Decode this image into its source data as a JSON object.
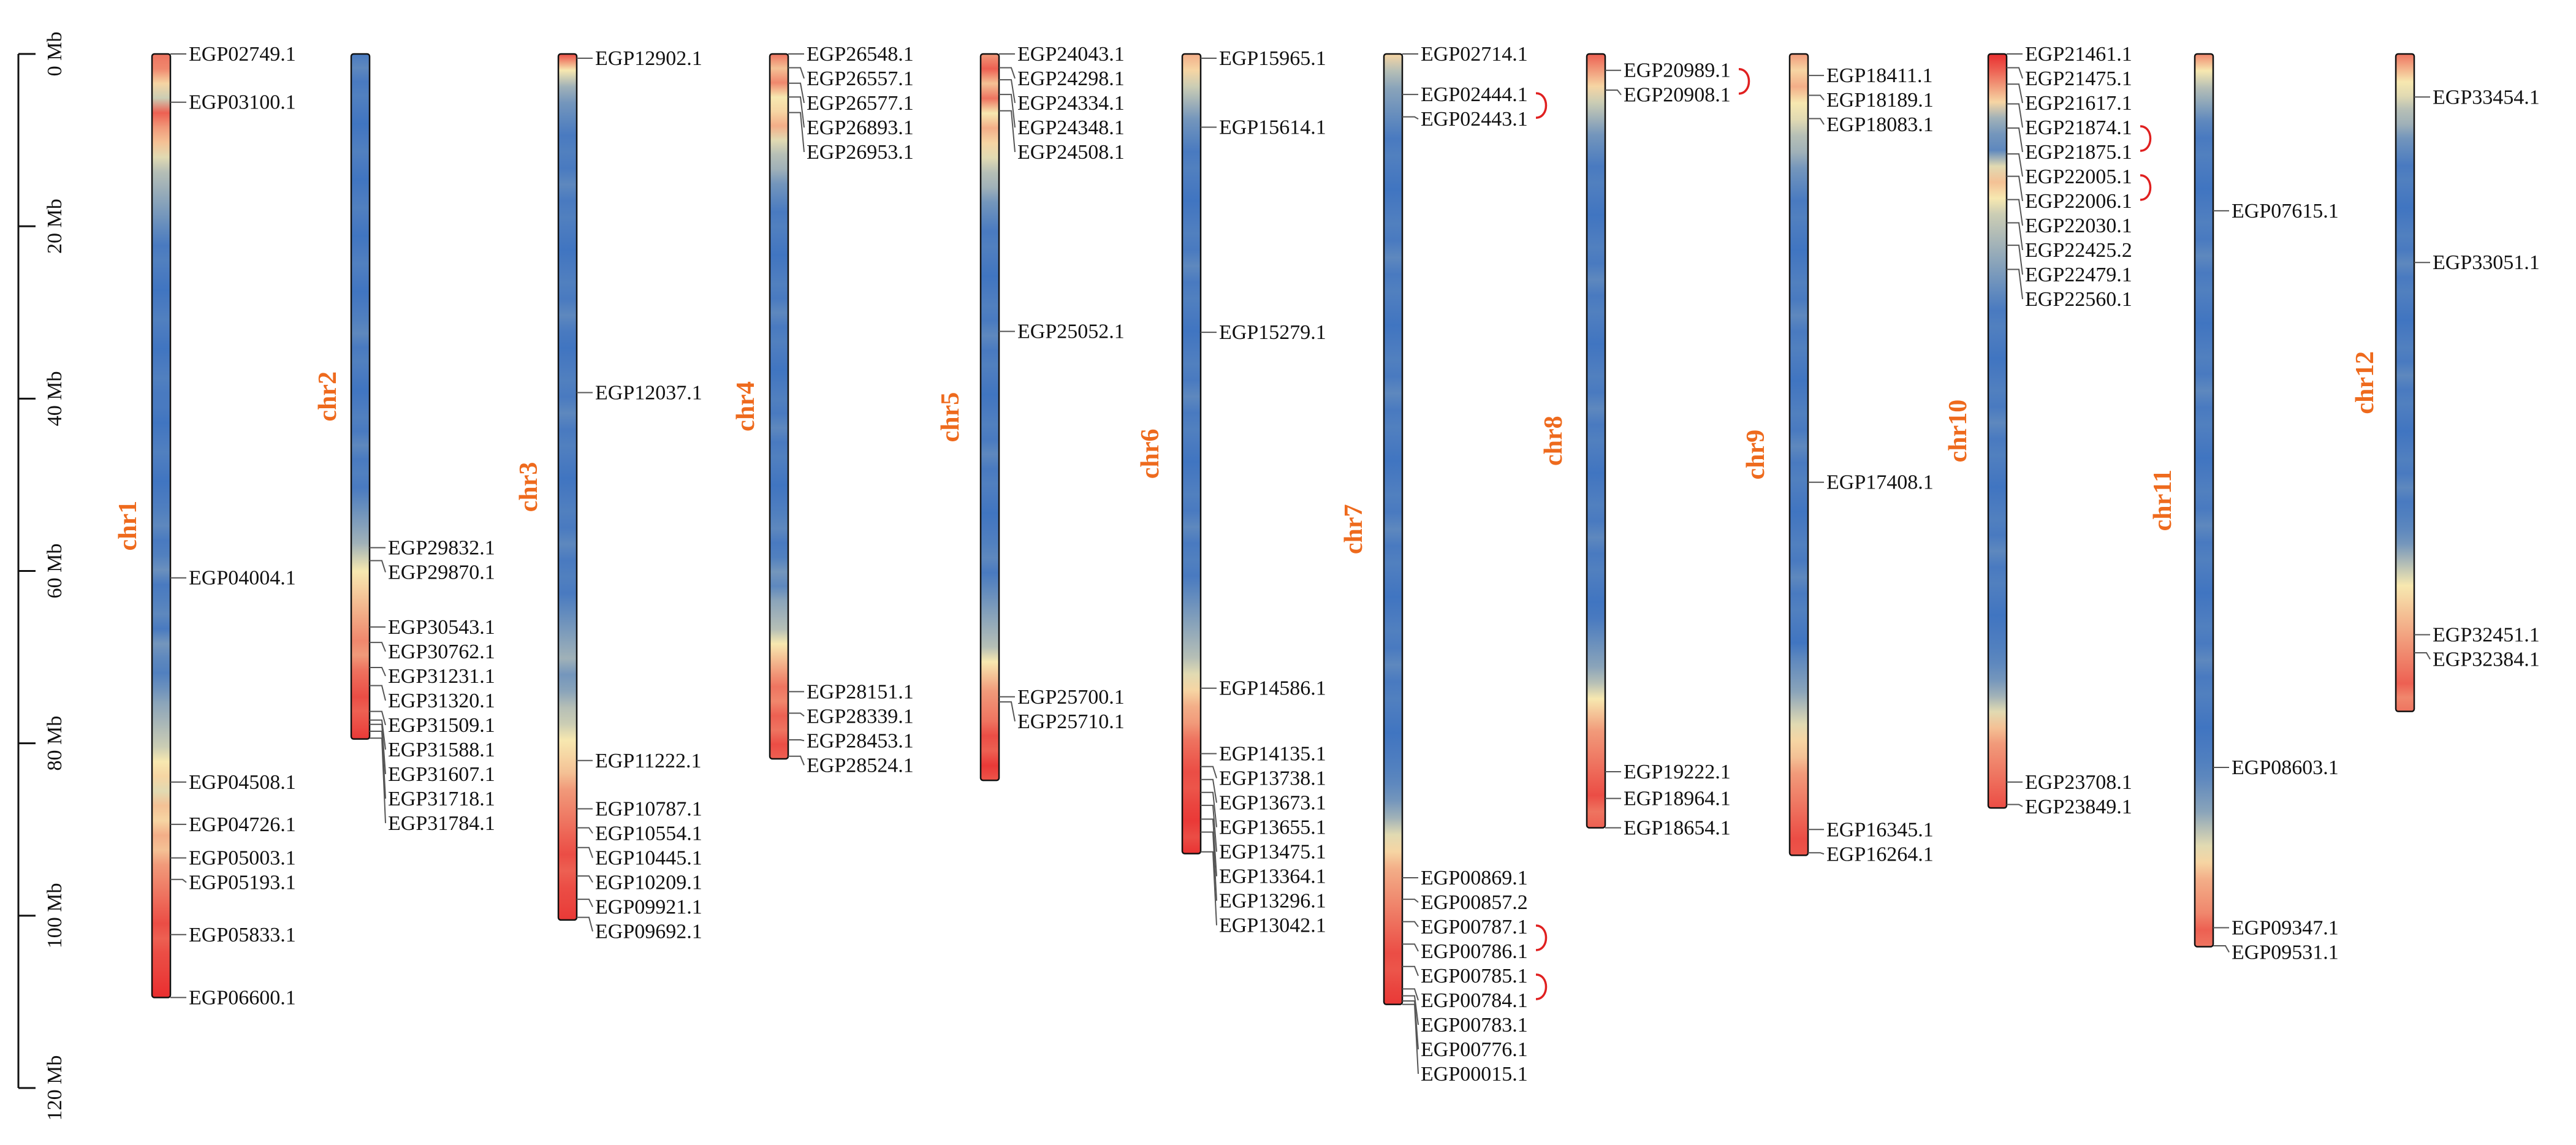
{
  "colors": {
    "chr_label": "#ee6a1d",
    "link_arc": "#e02020",
    "leader": "#555555",
    "outline": "#111111",
    "heat_high": "#e8262a",
    "heat_mid": "#f7e8b0",
    "heat_low": "#1d5fc4"
  },
  "axis": {
    "unit": "Mb",
    "ticks": [
      {
        "value": 0,
        "label": "0 Mb"
      },
      {
        "value": 20,
        "label": "20 Mb"
      },
      {
        "value": 40,
        "label": "40 Mb"
      },
      {
        "value": 60,
        "label": "60 Mb"
      },
      {
        "value": 80,
        "label": "80 Mb"
      },
      {
        "value": 100,
        "label": "100 Mb"
      },
      {
        "value": 120,
        "label": "120 Mb"
      }
    ]
  },
  "chromosomes": [
    {
      "name": "chr1",
      "length_mb": 109.5,
      "density": [
        0.8,
        0.75,
        0.55,
        0.4,
        0.85,
        0.7,
        0.6,
        0.45,
        0.35,
        0.3,
        0.25,
        0.2,
        0.15,
        0.1,
        0.12,
        0.1,
        0.08,
        0.1,
        0.12,
        0.1,
        0.08,
        0.1,
        0.12,
        0.1,
        0.1,
        0.08,
        0.1,
        0.12,
        0.1,
        0.08,
        0.1,
        0.12,
        0.15,
        0.1,
        0.12,
        0.18,
        0.1,
        0.12,
        0.15,
        0.1,
        0.2,
        0.15,
        0.12,
        0.18,
        0.25,
        0.3,
        0.35,
        0.4,
        0.5,
        0.55,
        0.45,
        0.6,
        0.55,
        0.65,
        0.6,
        0.7,
        0.75,
        0.8,
        0.85,
        0.9,
        0.85,
        0.9,
        0.92,
        0.95,
        0.98
      ],
      "genes": [
        {
          "name": "EGP02749.1",
          "pos": 0
        },
        {
          "name": "EGP03100.1",
          "pos": 5.6
        },
        {
          "name": "EGP04004.1",
          "pos": 60.8
        },
        {
          "name": "EGP04508.1",
          "pos": 84.5
        },
        {
          "name": "EGP04726.1",
          "pos": 89.4
        },
        {
          "name": "EGP05003.1",
          "pos": 93.3
        },
        {
          "name": "EGP05193.1",
          "pos": 95.8
        },
        {
          "name": "EGP05833.1",
          "pos": 102.2
        },
        {
          "name": "EGP06600.1",
          "pos": 109.5
        }
      ]
    },
    {
      "name": "chr2",
      "length_mb": 79.5,
      "density": [
        0.1,
        0.15,
        0.1,
        0.12,
        0.1,
        0.08,
        0.1,
        0.12,
        0.1,
        0.08,
        0.1,
        0.12,
        0.1,
        0.08,
        0.1,
        0.12,
        0.1,
        0.08,
        0.1,
        0.12,
        0.15,
        0.1,
        0.12,
        0.1,
        0.08,
        0.1,
        0.12,
        0.1,
        0.15,
        0.1,
        0.12,
        0.1,
        0.15,
        0.2,
        0.25,
        0.3,
        0.4,
        0.5,
        0.55,
        0.6,
        0.65,
        0.7,
        0.75,
        0.7,
        0.8,
        0.85,
        0.9,
        0.85,
        0.9,
        0.95
      ],
      "genes": [
        {
          "name": "EGP29832.1",
          "pos": 57.3
        },
        {
          "name": "EGP29870.1",
          "pos": 58.8
        },
        {
          "name": "EGP30543.1",
          "pos": 66.5
        },
        {
          "name": "EGP30762.1",
          "pos": 68.3
        },
        {
          "name": "EGP31231.1",
          "pos": 71.2
        },
        {
          "name": "EGP31320.1",
          "pos": 73.3
        },
        {
          "name": "EGP31509.1",
          "pos": 76.3
        },
        {
          "name": "EGP31588.1",
          "pos": 77.3
        },
        {
          "name": "EGP31607.1",
          "pos": 77.8
        },
        {
          "name": "EGP31718.1",
          "pos": 78.6
        },
        {
          "name": "EGP31784.1",
          "pos": 79.4
        }
      ]
    },
    {
      "name": "chr3",
      "length_mb": 100.5,
      "density": [
        0.9,
        0.5,
        0.3,
        0.2,
        0.15,
        0.1,
        0.12,
        0.1,
        0.15,
        0.1,
        0.12,
        0.1,
        0.08,
        0.1,
        0.12,
        0.1,
        0.15,
        0.1,
        0.08,
        0.1,
        0.12,
        0.1,
        0.15,
        0.1,
        0.12,
        0.1,
        0.08,
        0.1,
        0.12,
        0.1,
        0.15,
        0.1,
        0.12,
        0.1,
        0.15,
        0.2,
        0.25,
        0.3,
        0.2,
        0.25,
        0.35,
        0.4,
        0.5,
        0.55,
        0.6,
        0.7,
        0.75,
        0.8,
        0.85,
        0.9,
        0.85,
        0.9,
        0.92,
        0.95
      ],
      "genes": [
        {
          "name": "EGP12902.1",
          "pos": 0.5
        },
        {
          "name": "EGP12037.1",
          "pos": 39.3
        },
        {
          "name": "EGP11222.1",
          "pos": 82.0
        },
        {
          "name": "EGP10787.1",
          "pos": 87.6
        },
        {
          "name": "EGP10554.1",
          "pos": 89.8
        },
        {
          "name": "EGP10445.1",
          "pos": 92.1
        },
        {
          "name": "EGP10209.1",
          "pos": 95.4
        },
        {
          "name": "EGP09921.1",
          "pos": 98.1
        },
        {
          "name": "EGP09692.1",
          "pos": 100.2
        }
      ]
    },
    {
      "name": "chr4",
      "length_mb": 81.8,
      "density": [
        0.8,
        0.6,
        0.75,
        0.5,
        0.55,
        0.65,
        0.45,
        0.35,
        0.3,
        0.2,
        0.15,
        0.1,
        0.12,
        0.1,
        0.08,
        0.1,
        0.12,
        0.1,
        0.15,
        0.1,
        0.12,
        0.1,
        0.08,
        0.1,
        0.12,
        0.1,
        0.15,
        0.1,
        0.12,
        0.1,
        0.08,
        0.1,
        0.12,
        0.15,
        0.1,
        0.12,
        0.2,
        0.15,
        0.25,
        0.3,
        0.35,
        0.5,
        0.6,
        0.7,
        0.8,
        0.75,
        0.85,
        0.8,
        0.9,
        0.85
      ],
      "genes": [
        {
          "name": "EGP26548.1",
          "pos": 0
        },
        {
          "name": "EGP26557.1",
          "pos": 1.6
        },
        {
          "name": "EGP26577.1",
          "pos": 3.4
        },
        {
          "name": "EGP26893.1",
          "pos": 5.0
        },
        {
          "name": "EGP26953.1",
          "pos": 6.8
        },
        {
          "name": "EGP28151.1",
          "pos": 74.0
        },
        {
          "name": "EGP28339.1",
          "pos": 76.5
        },
        {
          "name": "EGP28453.1",
          "pos": 79.6
        },
        {
          "name": "EGP28524.1",
          "pos": 81.5
        }
      ]
    },
    {
      "name": "chr5",
      "length_mb": 84.3,
      "density": [
        0.7,
        0.85,
        0.6,
        0.8,
        0.5,
        0.65,
        0.55,
        0.45,
        0.35,
        0.3,
        0.2,
        0.15,
        0.1,
        0.12,
        0.1,
        0.08,
        0.1,
        0.12,
        0.1,
        0.15,
        0.1,
        0.12,
        0.1,
        0.08,
        0.1,
        0.12,
        0.1,
        0.15,
        0.1,
        0.12,
        0.1,
        0.08,
        0.1,
        0.12,
        0.15,
        0.1,
        0.15,
        0.2,
        0.25,
        0.3,
        0.35,
        0.5,
        0.6,
        0.7,
        0.75,
        0.8,
        0.9,
        0.85,
        0.95,
        0.88
      ],
      "genes": [
        {
          "name": "EGP24043.1",
          "pos": 0
        },
        {
          "name": "EGP24298.1",
          "pos": 1.6
        },
        {
          "name": "EGP24334.1",
          "pos": 3.0
        },
        {
          "name": "EGP24348.1",
          "pos": 4.7
        },
        {
          "name": "EGP24508.1",
          "pos": 6.6
        },
        {
          "name": "EGP25052.1",
          "pos": 32.2
        },
        {
          "name": "EGP25700.1",
          "pos": 74.6
        },
        {
          "name": "EGP25710.1",
          "pos": 75.2
        }
      ]
    },
    {
      "name": "chr6",
      "length_mb": 92.8,
      "density": [
        0.65,
        0.55,
        0.4,
        0.3,
        0.2,
        0.15,
        0.1,
        0.12,
        0.1,
        0.08,
        0.1,
        0.12,
        0.1,
        0.15,
        0.1,
        0.12,
        0.1,
        0.08,
        0.1,
        0.12,
        0.1,
        0.15,
        0.1,
        0.12,
        0.1,
        0.08,
        0.1,
        0.12,
        0.1,
        0.15,
        0.1,
        0.12,
        0.1,
        0.15,
        0.2,
        0.25,
        0.3,
        0.35,
        0.45,
        0.55,
        0.65,
        0.7,
        0.8,
        0.85,
        0.9,
        0.88,
        0.92,
        0.95,
        0.9,
        0.97
      ],
      "genes": [
        {
          "name": "EGP15965.1",
          "pos": 0.5
        },
        {
          "name": "EGP15614.1",
          "pos": 8.5
        },
        {
          "name": "EGP15279.1",
          "pos": 32.3
        },
        {
          "name": "EGP14586.1",
          "pos": 73.6
        },
        {
          "name": "EGP14135.1",
          "pos": 81.2
        },
        {
          "name": "EGP13738.1",
          "pos": 82.7
        },
        {
          "name": "EGP13673.1",
          "pos": 84.2
        },
        {
          "name": "EGP13655.1",
          "pos": 85.7
        },
        {
          "name": "EGP13475.1",
          "pos": 87.2
        },
        {
          "name": "EGP13364.1",
          "pos": 88.8
        },
        {
          "name": "EGP13296.1",
          "pos": 90.3
        },
        {
          "name": "EGP13042.1",
          "pos": 92.6
        }
      ]
    },
    {
      "name": "chr7",
      "length_mb": 110.3,
      "density": [
        0.55,
        0.35,
        0.25,
        0.2,
        0.15,
        0.1,
        0.12,
        0.1,
        0.08,
        0.1,
        0.12,
        0.1,
        0.15,
        0.1,
        0.12,
        0.1,
        0.08,
        0.1,
        0.12,
        0.1,
        0.15,
        0.1,
        0.12,
        0.1,
        0.08,
        0.1,
        0.12,
        0.1,
        0.15,
        0.1,
        0.12,
        0.1,
        0.08,
        0.1,
        0.12,
        0.1,
        0.15,
        0.1,
        0.12,
        0.1,
        0.08,
        0.1,
        0.12,
        0.15,
        0.2,
        0.3,
        0.45,
        0.55,
        0.65,
        0.7,
        0.75,
        0.8,
        0.85,
        0.9,
        0.88,
        0.92,
        0.95
      ],
      "genes": [
        {
          "name": "EGP02714.1",
          "pos": 0
        },
        {
          "name": "EGP02444.1",
          "pos": 4.7
        },
        {
          "name": "EGP02443.1",
          "pos": 7.3
        },
        {
          "name": "EGP00869.1",
          "pos": 95.6
        },
        {
          "name": "EGP00857.2",
          "pos": 98.1
        },
        {
          "name": "EGP00787.1",
          "pos": 100.7
        },
        {
          "name": "EGP00786.1",
          "pos": 103.3
        },
        {
          "name": "EGP00785.1",
          "pos": 105.9
        },
        {
          "name": "EGP00784.1",
          "pos": 108.5
        },
        {
          "name": "EGP00783.1",
          "pos": 109.3
        },
        {
          "name": "EGP00776.1",
          "pos": 109.9
        },
        {
          "name": "EGP00015.1",
          "pos": 110.3
        }
      ]
    },
    {
      "name": "chr8",
      "length_mb": 89.8,
      "density": [
        0.85,
        0.7,
        0.55,
        0.4,
        0.3,
        0.2,
        0.15,
        0.1,
        0.12,
        0.1,
        0.08,
        0.1,
        0.12,
        0.1,
        0.15,
        0.1,
        0.12,
        0.1,
        0.08,
        0.1,
        0.12,
        0.1,
        0.15,
        0.1,
        0.12,
        0.1,
        0.08,
        0.1,
        0.12,
        0.1,
        0.15,
        0.1,
        0.12,
        0.1,
        0.08,
        0.1,
        0.15,
        0.2,
        0.25,
        0.35,
        0.5,
        0.6,
        0.7,
        0.75,
        0.8,
        0.85,
        0.9,
        0.8,
        0.85
      ],
      "genes": [
        {
          "name": "EGP20989.1",
          "pos": 1.9
        },
        {
          "name": "EGP20908.1",
          "pos": 4.2
        },
        {
          "name": "EGP19222.1",
          "pos": 83.3
        },
        {
          "name": "EGP18964.1",
          "pos": 86.4
        },
        {
          "name": "EGP18654.1",
          "pos": 89.8
        }
      ]
    },
    {
      "name": "chr9",
      "length_mb": 93.0,
      "density": [
        0.7,
        0.55,
        0.65,
        0.5,
        0.45,
        0.35,
        0.3,
        0.2,
        0.15,
        0.1,
        0.12,
        0.1,
        0.08,
        0.1,
        0.12,
        0.1,
        0.15,
        0.1,
        0.12,
        0.1,
        0.08,
        0.1,
        0.12,
        0.1,
        0.15,
        0.1,
        0.12,
        0.1,
        0.08,
        0.1,
        0.12,
        0.1,
        0.15,
        0.1,
        0.12,
        0.1,
        0.08,
        0.15,
        0.2,
        0.25,
        0.35,
        0.45,
        0.55,
        0.6,
        0.7,
        0.75,
        0.8,
        0.85,
        0.9,
        0.88
      ],
      "genes": [
        {
          "name": "EGP18411.1",
          "pos": 2.5
        },
        {
          "name": "EGP18189.1",
          "pos": 4.8
        },
        {
          "name": "EGP18083.1",
          "pos": 7.5
        },
        {
          "name": "EGP17408.1",
          "pos": 49.7
        },
        {
          "name": "EGP16345.1",
          "pos": 90.0
        },
        {
          "name": "EGP16264.1",
          "pos": 92.7
        }
      ]
    },
    {
      "name": "chr10",
      "length_mb": 87.5,
      "density": [
        0.98,
        0.85,
        0.7,
        0.55,
        0.3,
        0.2,
        0.15,
        0.45,
        0.6,
        0.5,
        0.4,
        0.35,
        0.3,
        0.25,
        0.2,
        0.15,
        0.1,
        0.12,
        0.1,
        0.08,
        0.1,
        0.12,
        0.1,
        0.15,
        0.1,
        0.12,
        0.1,
        0.08,
        0.1,
        0.12,
        0.1,
        0.15,
        0.1,
        0.12,
        0.1,
        0.08,
        0.1,
        0.12,
        0.15,
        0.2,
        0.3,
        0.45,
        0.6,
        0.7,
        0.75,
        0.8,
        0.85,
        0.9
      ],
      "genes": [
        {
          "name": "EGP21461.1",
          "pos": 0
        },
        {
          "name": "EGP21475.1",
          "pos": 1.6
        },
        {
          "name": "EGP21617.1",
          "pos": 3.5
        },
        {
          "name": "EGP21874.1",
          "pos": 5.8
        },
        {
          "name": "EGP21875.1",
          "pos": 8.6
        },
        {
          "name": "EGP22005.1",
          "pos": 11.6
        },
        {
          "name": "EGP22006.1",
          "pos": 14.2
        },
        {
          "name": "EGP22030.1",
          "pos": 16.9
        },
        {
          "name": "EGP22425.2",
          "pos": 19.6
        },
        {
          "name": "EGP22479.1",
          "pos": 22.2
        },
        {
          "name": "EGP22560.1",
          "pos": 25.0
        },
        {
          "name": "EGP23708.1",
          "pos": 84.5
        },
        {
          "name": "EGP23849.1",
          "pos": 87.1
        }
      ]
    },
    {
      "name": "chr11",
      "length_mb": 103.6,
      "density": [
        0.75,
        0.5,
        0.35,
        0.25,
        0.15,
        0.1,
        0.12,
        0.1,
        0.08,
        0.1,
        0.12,
        0.1,
        0.15,
        0.1,
        0.12,
        0.1,
        0.08,
        0.1,
        0.12,
        0.1,
        0.15,
        0.1,
        0.12,
        0.1,
        0.08,
        0.1,
        0.12,
        0.1,
        0.15,
        0.1,
        0.12,
        0.1,
        0.08,
        0.1,
        0.12,
        0.1,
        0.15,
        0.1,
        0.12,
        0.1,
        0.08,
        0.1,
        0.12,
        0.15,
        0.2,
        0.25,
        0.35,
        0.45,
        0.55,
        0.65,
        0.7,
        0.75,
        0.85,
        0.8
      ],
      "genes": [
        {
          "name": "EGP07615.1",
          "pos": 18.2
        },
        {
          "name": "EGP08603.1",
          "pos": 82.8
        },
        {
          "name": "EGP09347.1",
          "pos": 101.4
        },
        {
          "name": "EGP09531.1",
          "pos": 103.5
        }
      ]
    },
    {
      "name": "chr12",
      "length_mb": 76.3,
      "density": [
        0.8,
        0.65,
        0.5,
        0.45,
        0.35,
        0.3,
        0.2,
        0.15,
        0.1,
        0.12,
        0.1,
        0.08,
        0.1,
        0.12,
        0.1,
        0.15,
        0.1,
        0.12,
        0.1,
        0.08,
        0.1,
        0.12,
        0.1,
        0.15,
        0.1,
        0.12,
        0.1,
        0.08,
        0.1,
        0.12,
        0.1,
        0.15,
        0.1,
        0.12,
        0.15,
        0.2,
        0.3,
        0.4,
        0.5,
        0.55,
        0.6,
        0.65,
        0.7,
        0.75,
        0.8,
        0.85,
        0.75,
        0.8
      ],
      "genes": [
        {
          "name": "EGP33454.1",
          "pos": 5.0
        },
        {
          "name": "EGP33051.1",
          "pos": 24.2
        },
        {
          "name": "EGP32451.1",
          "pos": 67.4
        },
        {
          "name": "EGP32384.1",
          "pos": 69.5
        }
      ]
    }
  ],
  "links": [
    {
      "chr": "chr7",
      "genes": [
        "EGP02444.1",
        "EGP02443.1"
      ]
    },
    {
      "chr": "chr7",
      "genes": [
        "EGP00787.1",
        "EGP00786.1"
      ]
    },
    {
      "chr": "chr7",
      "genes": [
        "EGP00785.1",
        "EGP00784.1"
      ]
    },
    {
      "chr": "chr8",
      "genes": [
        "EGP20989.1",
        "EGP20908.1"
      ]
    },
    {
      "chr": "chr10",
      "genes": [
        "EGP21874.1",
        "EGP21875.1"
      ]
    },
    {
      "chr": "chr10",
      "genes": [
        "EGP22005.1",
        "EGP22006.1"
      ]
    }
  ]
}
